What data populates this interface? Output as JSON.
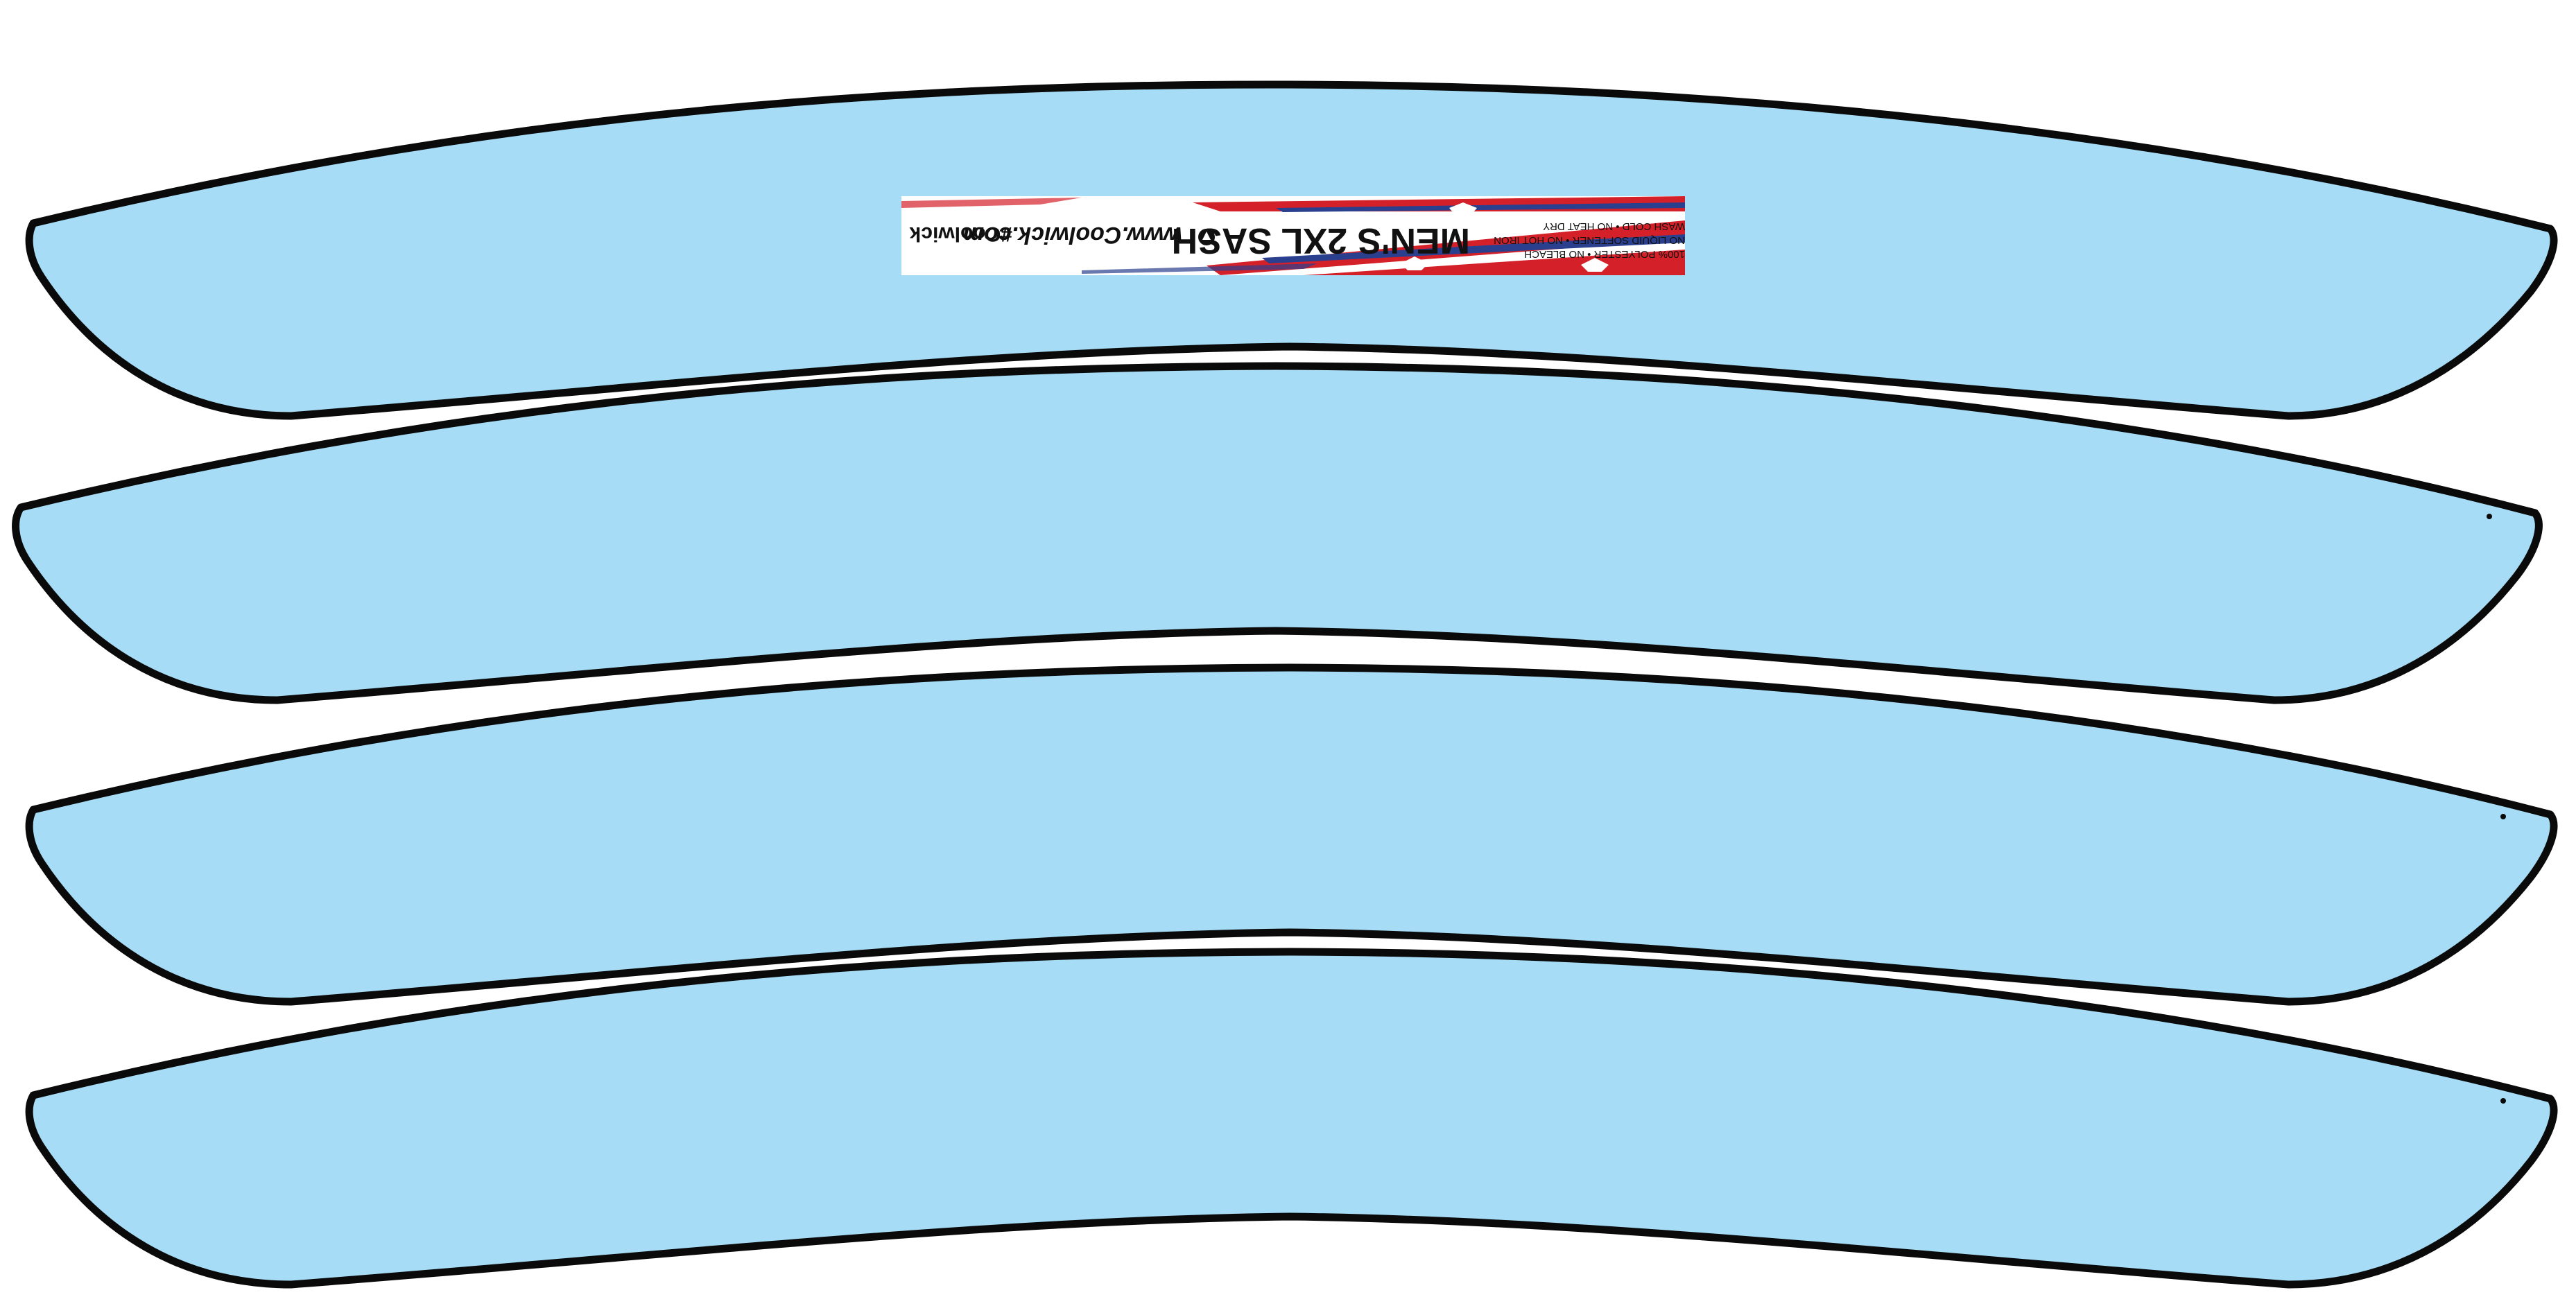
{
  "colors": {
    "panel_fill": "#a6dcf5",
    "panel_outline": "#0a0a0a",
    "label_red": "#d42129",
    "label_blue": "#2b3f8f",
    "label_white": "#ffffff",
    "text_black": "#111111"
  },
  "panels": [
    {
      "name": "sash-panel-1",
      "has_care_label": true
    },
    {
      "name": "sash-panel-2",
      "has_care_label": false
    },
    {
      "name": "sash-panel-3",
      "has_care_label": false
    },
    {
      "name": "sash-panel-4",
      "has_care_label": false
    }
  ],
  "care_label": {
    "title": "MEN'S 2XL SASH",
    "care_line_1": "100% POLYESTER • NO BLEACH",
    "care_line_2": "NO LIQUID SOFTENER • NO HOT IRON",
    "care_line_3": "WASH COLD • NO HEAT DRY",
    "website": "www.Coolwick.com",
    "hashtag": "#Coolwick",
    "orientation": "upside-down",
    "logo_icon": "coolwick-logo-icon",
    "badge_icon": "brand-badge-icon"
  }
}
